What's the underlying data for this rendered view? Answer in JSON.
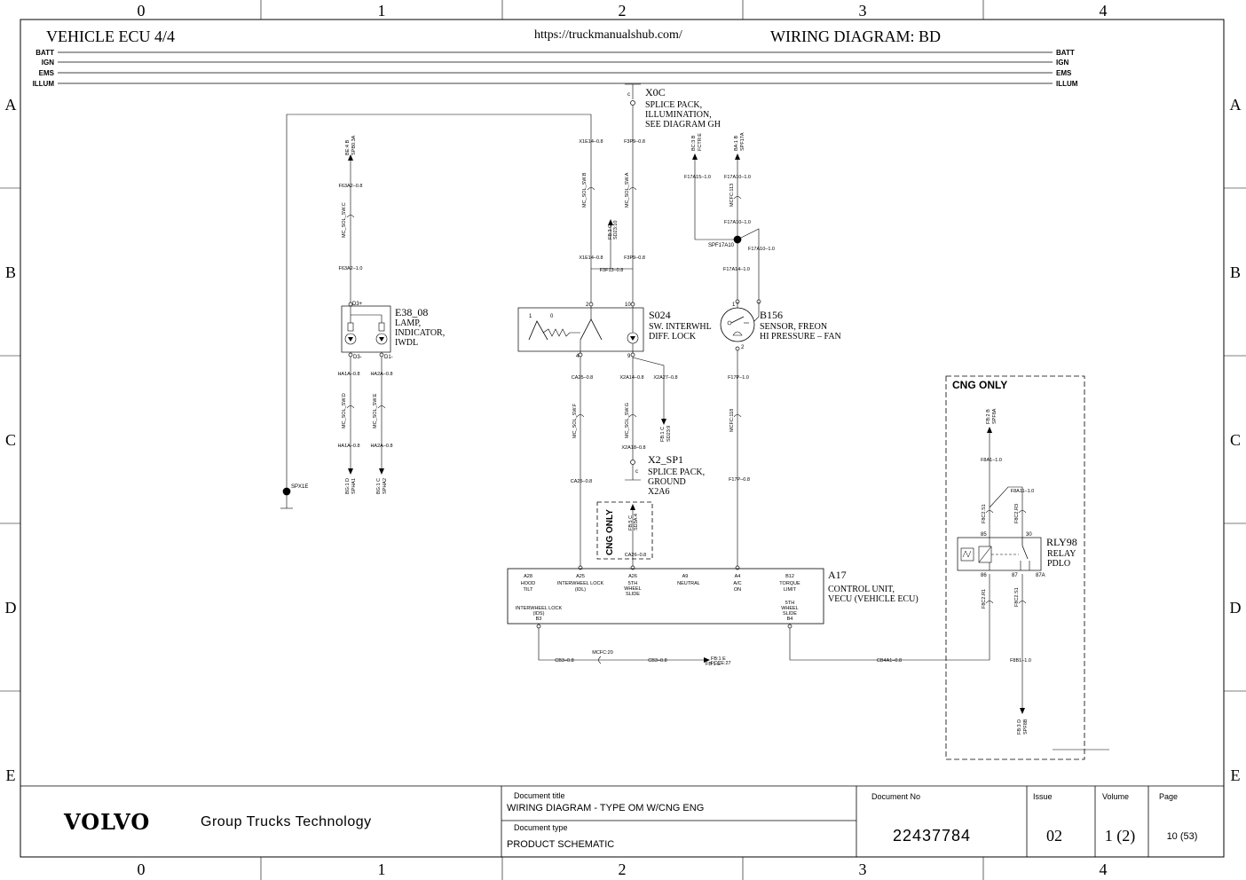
{
  "grid": {
    "columns": [
      "0",
      "1",
      "2",
      "3",
      "4"
    ],
    "rows": [
      "A",
      "B",
      "C",
      "D",
      "E"
    ]
  },
  "header": {
    "title_left": "VEHICLE ECU 4/4",
    "url": "https://truckmanualshub.com/",
    "title_right": "WIRING DIAGRAM: BD"
  },
  "buses": [
    "BATT",
    "IGN",
    "EMS",
    "ILLUM"
  ],
  "components": {
    "x0c": {
      "ref": "X0C",
      "pin": "c",
      "desc": [
        "SPLICE PACK,",
        "ILLUMINATION,",
        "SEE DIAGRAM GH"
      ]
    },
    "e38": {
      "ref": "E38_08",
      "desc": [
        "LAMP,",
        "INDICATOR,",
        "IWDL"
      ],
      "pins": [
        "D3+",
        "D3-",
        "D1-"
      ]
    },
    "s024": {
      "ref": "S024",
      "desc": [
        "SW. INTERWHL",
        "DIFF. LOCK"
      ],
      "pins": [
        "2",
        "10",
        "4",
        "9",
        "1",
        "0"
      ]
    },
    "b156": {
      "ref": "B156",
      "desc": [
        "SENSOR, FREON",
        "HI PRESSURE – FAN"
      ],
      "pins": [
        "1",
        "2"
      ]
    },
    "x2sp1": {
      "ref": "X2_SP1",
      "pin": "c",
      "desc": [
        "SPLICE PACK,",
        "GROUND",
        "X2A6"
      ]
    },
    "a17": {
      "ref": "A17",
      "desc": [
        "CONTROL UNIT,",
        "VECU (VEHICLE ECU)"
      ],
      "pins_top": [
        {
          "pin": "A28",
          "label": [
            "HOOD",
            "TILT"
          ]
        },
        {
          "pin": "A25",
          "label": [
            "INTERWHEEL LOCK",
            "(IDL)"
          ]
        },
        {
          "pin": "A26",
          "label": [
            "5TH",
            "WHEEL",
            "SLIDE"
          ]
        },
        {
          "pin": "A9",
          "label": [
            "NEUTRAL"
          ]
        },
        {
          "pin": "A4",
          "label": [
            "A/C",
            "ON"
          ]
        },
        {
          "pin": "B12",
          "label": [
            "TORQUE",
            "LIMIT"
          ]
        }
      ],
      "pins_bottom": [
        {
          "pin": "B3",
          "label": [
            "INTERWHEEL LOCK",
            "(IDS)"
          ]
        },
        {
          "pin": "B4",
          "label": [
            "5TH",
            "WHEEL",
            "SLIDE"
          ]
        }
      ]
    },
    "rly98": {
      "ref": "RLY98",
      "desc": [
        "RELAY",
        "PDLO"
      ],
      "pins": [
        "85",
        "30",
        "86",
        "87",
        "87A"
      ]
    },
    "cng1": "CNG ONLY",
    "cng2": "CNG ONLY",
    "spx1e": "SPX1E",
    "spf17a10": "SPF17A10"
  },
  "wires": {
    "e38_top_dest": [
      "BE:4 B",
      "SPB0.3A"
    ],
    "f63a2_08": "F63A2–0.8",
    "mc_sol_sw_c": "MC_SOL_SW.C",
    "f63a2_10": "F63A2–1.0",
    "ha1a_08": "HA1A–0.8",
    "ha2a_08": "HA2A–0.8",
    "mc_sol_sw_d": "MC_SOL_SW.D",
    "mc_sol_sw_e": "MC_SOL_SW.E",
    "bg1d": [
      "BG:1 D",
      "SPHA1"
    ],
    "bg1c": [
      "BG:1 C",
      "SPHA2"
    ],
    "x1e14_08": "X1E14–0.8",
    "f3p9_08": "F3P9–0.8",
    "mc_sol_sw_b": "MC_SOL_SW.B",
    "mc_sol_sw_a": "MC_SOL_SW.A",
    "fb3c_top": [
      "FB:3 C",
      "SD23:10"
    ],
    "f3f13_08": "F3F13–0.8",
    "bc3b": [
      "BC:3 B",
      "FCTR:E"
    ],
    "ba1b": [
      "BA:1 B",
      "SPF17A"
    ],
    "f17a15_10": "F17A15–1.0",
    "f17a10_10": "F17A10–1.0",
    "mcfc113": "MCFC:113",
    "f17a14_10": "F17A14–1.0",
    "ca25_08": "CA25–0.8",
    "x2a14_08": "X2A14–0.8",
    "x2a27_08": "X2A27–0.8",
    "mc_sol_sw_f": "MC_SOL_SW.F",
    "mc_sol_sw_g": "MC_SOL_SW.G",
    "fb1c": [
      "FB:1 C",
      "SD23:9"
    ],
    "x2a18_08": "X2A18–0.8",
    "f17p_10": "F17P–1.0",
    "mcfc118": "MCFC:118",
    "f17p_08": "F17P–0.8",
    "fb5c": [
      "FB:5 C",
      "SD3A:4"
    ],
    "ca26_08": "CA26–0.8",
    "mcfc20": "MCFC:20",
    "cb3_08": "CB3–0.8",
    "fb1e": [
      "FB:1 E",
      "FCCE:27"
    ],
    "cb4a1_08": "CB4A1–0.8",
    "fb2b": [
      "FB:2 B",
      "SPF8A"
    ],
    "f8a1_10": "F8A1–1.0",
    "f8a11_10": "F8A11–1.0",
    "f8c2_s1": "F8C2.S1",
    "f8c2_r3": "F8C2.R3",
    "f8c2_r1": "F8C2.R1",
    "f8c2_s1b": "F8C2.S1",
    "f8b1_10": "F8B1–1.0",
    "fb3d": [
      "FB:3 D",
      "SPF8B"
    ]
  },
  "title_block": {
    "company": "VOLVO",
    "division": "Group Trucks Technology",
    "doc_title_label": "Document title",
    "doc_title": "WIRING DIAGRAM - TYPE OM W/CNG ENG",
    "doc_type_label": "Document type",
    "doc_type": "PRODUCT SCHEMATIC",
    "doc_no_label": "Document No",
    "doc_no": "22437784",
    "issue_label": "Issue",
    "issue": "02",
    "volume_label": "Volume",
    "volume": "1 (2)",
    "page_label": "Page",
    "page": "10 (53)"
  }
}
